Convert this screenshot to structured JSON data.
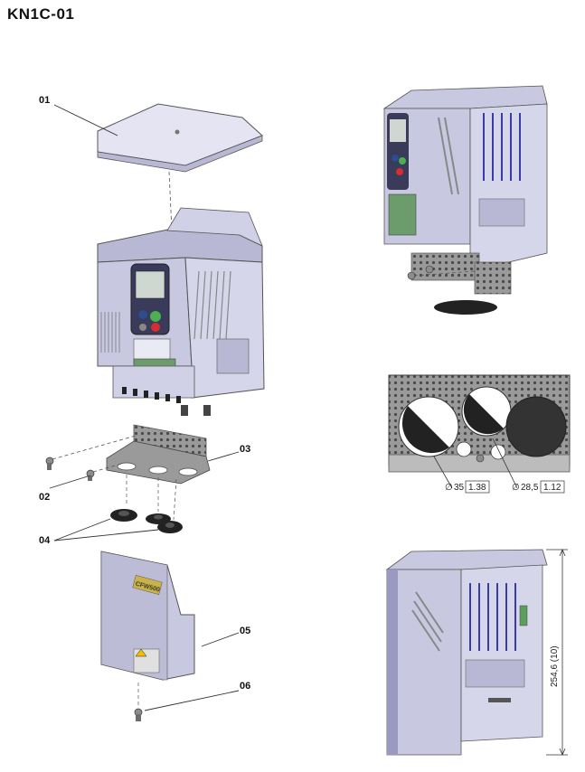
{
  "title": "KN1C-01",
  "part_labels": {
    "p01": "01",
    "p02": "02",
    "p03": "03",
    "p04": "04",
    "p05": "05",
    "p06": "06"
  },
  "gland_plate": {
    "hole_a": {
      "dia": "35",
      "inch": "1.38"
    },
    "hole_b": {
      "dia": "28,5",
      "inch": "1.12"
    },
    "dia_symbol": "∅"
  },
  "side_view": {
    "height_label": "254,6 (10)"
  },
  "cover_logo": "CFW500",
  "colors": {
    "body": "#c8c8e0",
    "body_dark": "#9a9ac0",
    "body_light": "#e4e4f2",
    "metal": "#9a9a9a",
    "black": "#222222",
    "label_line": "#333333"
  }
}
